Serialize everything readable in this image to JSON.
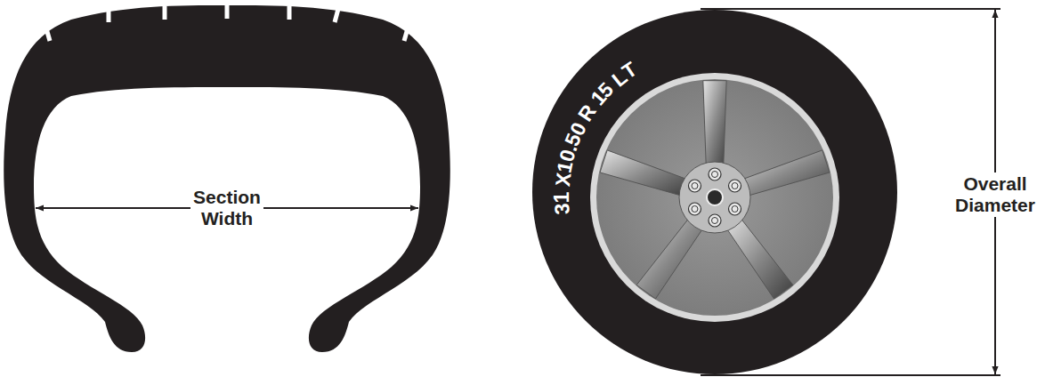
{
  "diagram": {
    "labels": [
      "Section Width",
      "31 X10.50 R 15 LT",
      "Overall Diameter"
    ]
  }
}
